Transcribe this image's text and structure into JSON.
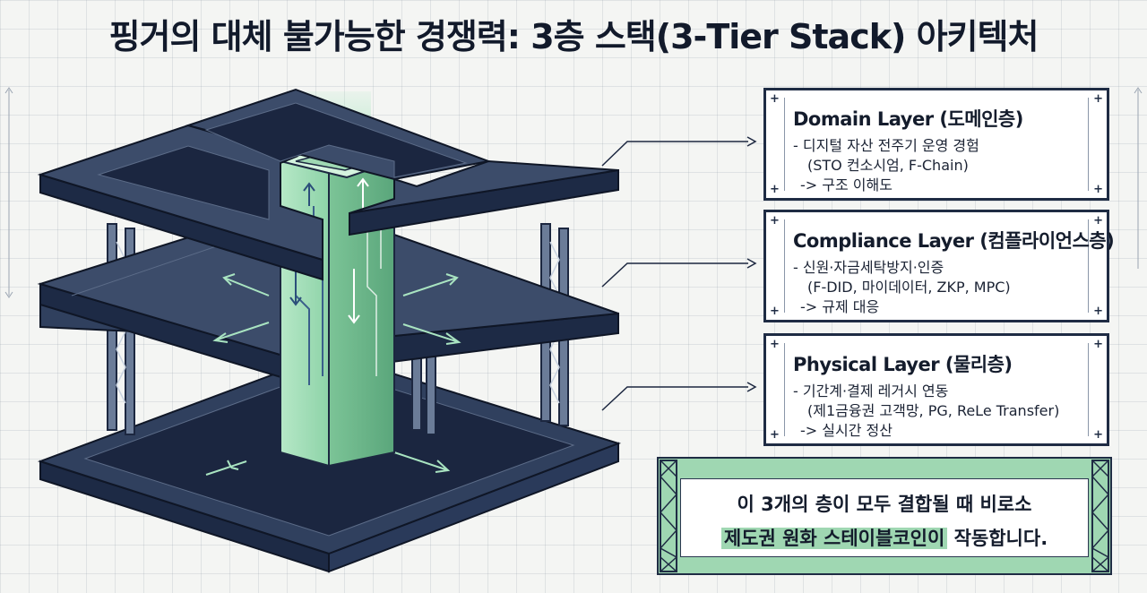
{
  "title": "핑거의 대체 불가능한 경쟁력: 3층 스택(3-Tier Stack) 아키텍처",
  "layers": [
    {
      "title": "Domain Layer (도메인층)",
      "lines": [
        "- 디지털 자산 전주기 운영 경험",
        "(STO 컨소시엄, F-Chain)",
        "-> 구조 이해도"
      ]
    },
    {
      "title": "Compliance Layer (컴플라이언스층)",
      "lines": [
        "- 신원·자금세탁방지·인증",
        "(F-DID, 마이데이터, ZKP, MPC)",
        "-> 규제 대응"
      ]
    },
    {
      "title": "Physical Layer (물리층)",
      "lines": [
        "- 기간계·결제 레거시 연동",
        "(제1금융권 고객망, PG, ReLe Transfer)",
        "-> 실시간 정산"
      ]
    }
  ],
  "summary": {
    "line1": "이 3개의 층이 모두 결합될 때 비로소",
    "line2_highlight": "제도권 원화 스테이블코인이",
    "line2_rest": " 작동합니다."
  },
  "colors": {
    "navy": "#1f2c44",
    "mint": "#9fd7b2",
    "pillar": "#9fd9b3"
  }
}
